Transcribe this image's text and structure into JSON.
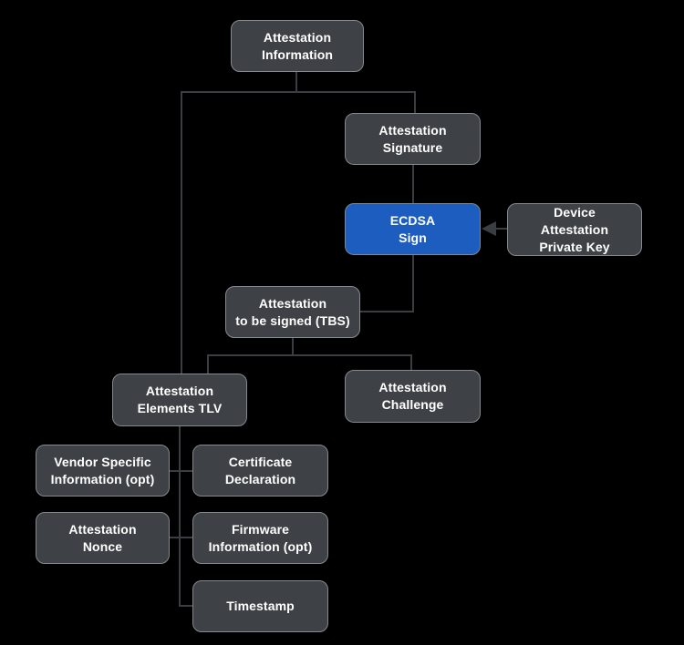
{
  "diagram": {
    "title": "Attestation Information flow diagram",
    "colors": {
      "background": "#000000",
      "node_fill": "#3e4246",
      "node_border": "#85898e",
      "node_text": "#ffffff",
      "highlight_fill": "#1d5dbf",
      "connector": "#3a3e43"
    },
    "nodes": {
      "attestation_information": {
        "label": "Attestation\nInformation"
      },
      "attestation_signature": {
        "label": "Attestation\nSignature"
      },
      "ecdsa_sign": {
        "label": "ECDSA\nSign",
        "highlighted": true
      },
      "device_attestation_private_key": {
        "label": "Device\nAttestation\nPrivate Key"
      },
      "attestation_tbs": {
        "label": "Attestation\nto be signed (TBS)"
      },
      "attestation_elements_tlv": {
        "label": "Attestation\nElements TLV"
      },
      "attestation_challenge": {
        "label": "Attestation\nChallenge"
      },
      "vendor_specific_information": {
        "label": "Vendor Specific\nInformation (opt)"
      },
      "certificate_declaration": {
        "label": "Certificate\nDeclaration"
      },
      "attestation_nonce": {
        "label": "Attestation\nNonce"
      },
      "firmware_information": {
        "label": "Firmware\nInformation (opt)"
      },
      "timestamp": {
        "label": "Timestamp"
      }
    },
    "edges": [
      {
        "from": "attestation_information",
        "to": "attestation_signature",
        "type": "elbow"
      },
      {
        "from": "attestation_information",
        "to": "attestation_elements_tlv",
        "type": "elbow"
      },
      {
        "from": "attestation_signature",
        "to": "ecdsa_sign",
        "type": "straight"
      },
      {
        "from": "device_attestation_private_key",
        "to": "ecdsa_sign",
        "type": "arrow-left"
      },
      {
        "from": "ecdsa_sign",
        "to": "attestation_tbs",
        "type": "elbow"
      },
      {
        "from": "attestation_tbs",
        "to": "attestation_elements_tlv",
        "type": "elbow"
      },
      {
        "from": "attestation_tbs",
        "to": "attestation_challenge",
        "type": "elbow"
      },
      {
        "from": "attestation_elements_tlv",
        "to": "vendor_specific_information",
        "type": "elbow"
      },
      {
        "from": "attestation_elements_tlv",
        "to": "certificate_declaration",
        "type": "elbow"
      },
      {
        "from": "attestation_elements_tlv",
        "to": "attestation_nonce",
        "type": "elbow"
      },
      {
        "from": "attestation_elements_tlv",
        "to": "firmware_information",
        "type": "elbow"
      },
      {
        "from": "attestation_elements_tlv",
        "to": "timestamp",
        "type": "elbow"
      }
    ]
  }
}
